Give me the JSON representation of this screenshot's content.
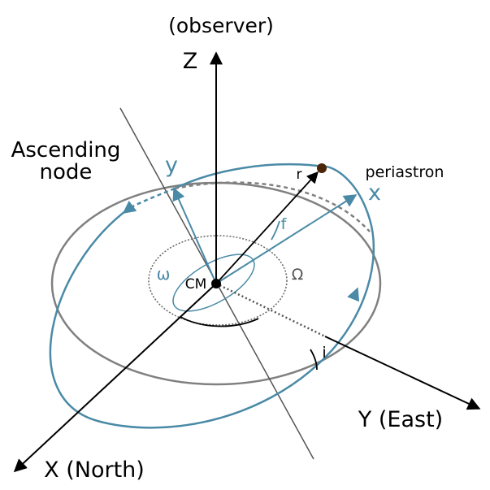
{
  "labels": {
    "observer": "(observer)",
    "z_axis": "Z",
    "ascending_node_line1": "Ascending",
    "ascending_node_line2": "node",
    "y_orbit": "y",
    "x_orbit": "x",
    "periastron": "periastron",
    "radius": "r",
    "true_anomaly": "f",
    "arg_periastron": "ω",
    "center_of_mass": "CM",
    "long_asc_node": "Ω",
    "inclination": "i",
    "y_axis": "Y (East)",
    "x_axis": "X (North)"
  },
  "colors": {
    "axes": "#000000",
    "sky_plane": "#808080",
    "orbit": "#4a8aa6",
    "node_line": "#555555",
    "periastron_dot": "#4a2508"
  }
}
